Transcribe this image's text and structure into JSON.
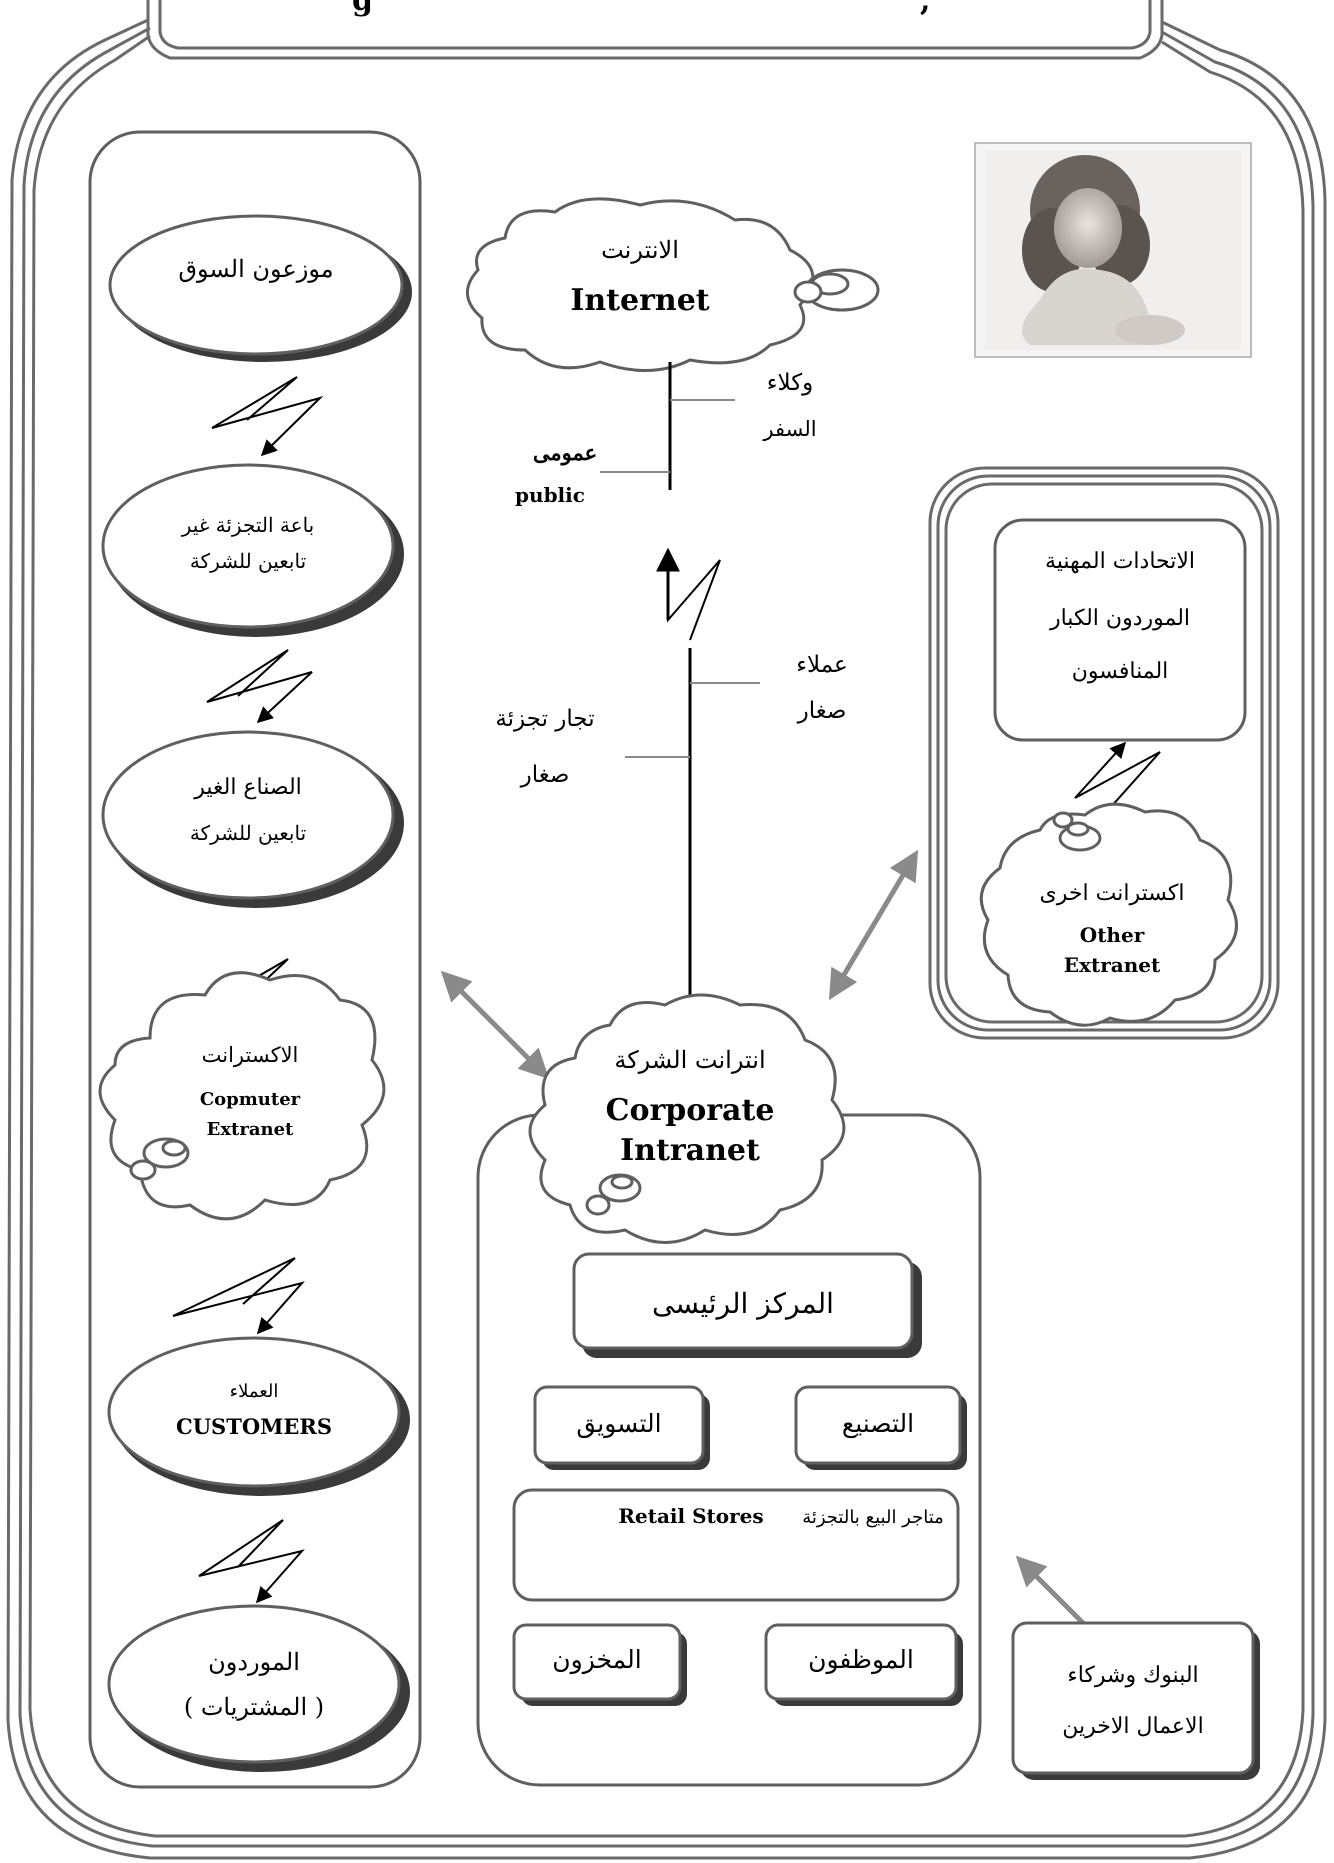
{
  "header": {
    "title_fragment": "g",
    "title_comma": ","
  },
  "left_column": {
    "market_distributors": "موزعون السوق",
    "independent_retailers": [
      "باعة التجزئة غير",
      "تابعين للشركة"
    ],
    "independent_manufacturers": [
      "الصناع الغير",
      "تابعين للشركة"
    ],
    "extranet": {
      "ar": "الاكسترانت",
      "en": [
        "Copmuter",
        "Extranet"
      ]
    },
    "customers": {
      "ar": "العملاء",
      "en": "CUSTOMERS"
    },
    "suppliers": [
      "الموردون",
      "( المشتريات )"
    ]
  },
  "internet": {
    "ar": "الانترنت",
    "en": "Internet"
  },
  "line_labels": {
    "travel_agents": [
      "وكلاء",
      "السفر"
    ],
    "public": {
      "ar": "عمومى",
      "en": "public"
    },
    "small_customers": [
      "عملاء",
      "صغار"
    ],
    "small_retailers": [
      "تجار تجزئة",
      "صغار"
    ]
  },
  "right_group": {
    "box": [
      "الاتحادات المهنية",
      "الموردون الكبار",
      "المنافسون"
    ],
    "other_extranet": {
      "ar": "اكسترانت اخرى",
      "en": [
        "Other",
        "Extranet"
      ]
    }
  },
  "corporate": {
    "intranet": {
      "ar": "انترانت الشركة",
      "en": [
        "Corporate",
        "Intranet"
      ]
    },
    "headquarters": "المركز الرئيسى",
    "manufacturing": "التصنيع",
    "marketing": "التسويق",
    "retail_stores": {
      "ar": "متاجر البيع بالتجزئة",
      "en": "Retail Stores"
    },
    "employees": "الموظفون",
    "inventory": "المخزون"
  },
  "banks": [
    "البنوك وشركاء",
    "الاعمال الاخرين"
  ],
  "colors": {
    "stroke": "#5f5f5f",
    "shadow": "#3a3a3a",
    "text": "#000000"
  },
  "icons": [
    "child-photo",
    "lightning-connector-icon",
    "double-arrow-icon"
  ]
}
